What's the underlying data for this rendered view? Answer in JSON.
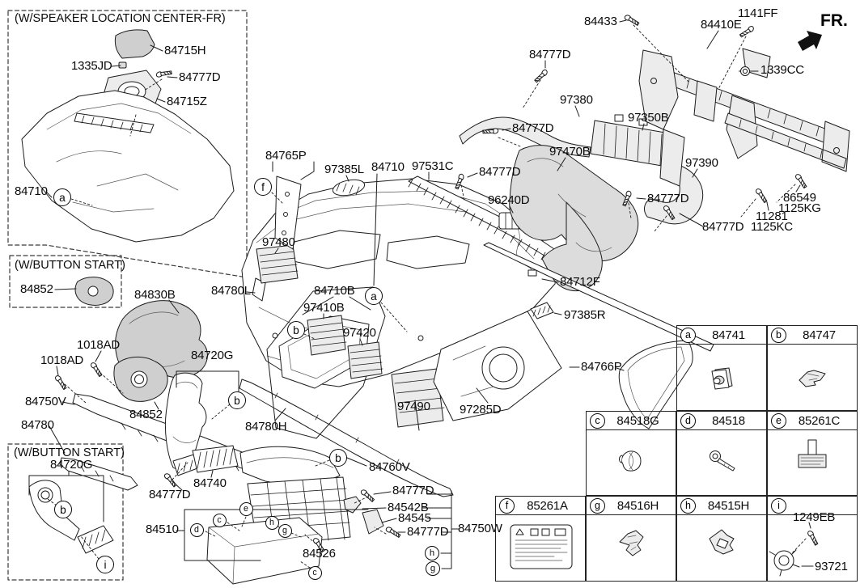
{
  "diagram": {
    "fr_label": "FR.",
    "boxes": {
      "speaker_location": "(W/SPEAKER LOCATION CENTER-FR)",
      "button_start_upper": "(W/BUTTON START)",
      "button_start_lower": "(W/BUTTON START)"
    },
    "labels": [
      "84715H",
      "1335JD",
      "84777D",
      "84715Z",
      "84710",
      "84852",
      "84765P",
      "97385L",
      "84710",
      "97531C",
      "84777D",
      "96240D",
      "97480",
      "84780L",
      "84710B",
      "97410B",
      "97420",
      "97490",
      "97285D",
      "84830B",
      "1018AD",
      "1018AD",
      "84750V",
      "84780",
      "84852",
      "84720G",
      "84780H",
      "84740",
      "84777D",
      "84760V",
      "84777D",
      "84542B",
      "84545",
      "84777D",
      "84750W",
      "84526",
      "84510",
      "84720G",
      "84433",
      "1141FF",
      "84410E",
      "1339CC",
      "84777D",
      "97380",
      "84777D",
      "97350B",
      "97470B",
      "84777D",
      "97390",
      "86549",
      "1125KG",
      "11281",
      "1125KC",
      "84777D",
      "84712F",
      "97385R",
      "84766P",
      "1249EB",
      "93721"
    ],
    "callouts": [
      "a",
      "f",
      "a",
      "b",
      "b",
      "b",
      "b",
      "i",
      "d",
      "c",
      "e",
      "h",
      "g",
      "c",
      "h",
      "g"
    ]
  },
  "parts_table": {
    "cells": [
      {
        "letter": "a",
        "part": "84741"
      },
      {
        "letter": "b",
        "part": "84747"
      },
      {
        "letter": "c",
        "part": "84518G"
      },
      {
        "letter": "d",
        "part": "84518"
      },
      {
        "letter": "e",
        "part": "85261C"
      },
      {
        "letter": "f",
        "part": "85261A"
      },
      {
        "letter": "g",
        "part": "84516H"
      },
      {
        "letter": "h",
        "part": "84515H"
      },
      {
        "letter": "i",
        "part": ""
      }
    ]
  }
}
